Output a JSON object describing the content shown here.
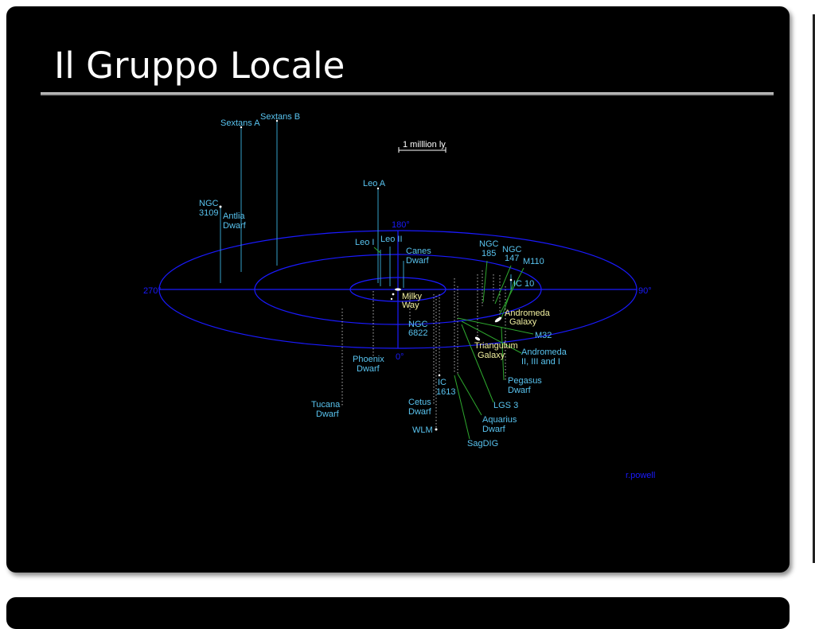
{
  "slide": {
    "title": "Il Gruppo Locale"
  },
  "diagram": {
    "scale_bar": "1 milllion ly",
    "credit": "r.powell",
    "angle_labels": {
      "top": "180°",
      "left": "270°",
      "right": "90°",
      "bottom": "0°"
    },
    "galaxies": [
      {
        "id": "sextans-a",
        "lines": [
          "Sextans A"
        ]
      },
      {
        "id": "sextans-b",
        "lines": [
          "Sextans B"
        ]
      },
      {
        "id": "ngc-3109",
        "lines": [
          "NGC",
          "3109"
        ]
      },
      {
        "id": "antlia-dwarf",
        "lines": [
          "Antlia",
          "Dwarf"
        ]
      },
      {
        "id": "leo-a",
        "lines": [
          "Leo A"
        ]
      },
      {
        "id": "leo-i",
        "lines": [
          "Leo I"
        ]
      },
      {
        "id": "leo-ii",
        "lines": [
          "Leo II"
        ]
      },
      {
        "id": "canes-dwarf",
        "lines": [
          "Canes",
          "Dwarf"
        ]
      },
      {
        "id": "milky-way",
        "lines": [
          "Milky",
          "Way"
        ]
      },
      {
        "id": "ngc-6822",
        "lines": [
          "NGC",
          "6822"
        ]
      },
      {
        "id": "phoenix-dwarf",
        "lines": [
          "Phoenix",
          "Dwarf"
        ]
      },
      {
        "id": "tucana-dwarf",
        "lines": [
          "Tucana",
          "Dwarf"
        ]
      },
      {
        "id": "cetus-dwarf",
        "lines": [
          "Cetus",
          "Dwarf"
        ]
      },
      {
        "id": "ic-1613",
        "lines": [
          "IC",
          "1613"
        ]
      },
      {
        "id": "wlm",
        "lines": [
          "WLM"
        ]
      },
      {
        "id": "sagdig",
        "lines": [
          "SagDIG"
        ]
      },
      {
        "id": "aquarius-dwarf",
        "lines": [
          "Aquarius",
          "Dwarf"
        ]
      },
      {
        "id": "lgs-3",
        "lines": [
          "LGS 3"
        ]
      },
      {
        "id": "pegasus-dwarf",
        "lines": [
          "Pegasus",
          "Dwarf"
        ]
      },
      {
        "id": "triangulum-galaxy",
        "lines": [
          "Triangulum",
          "Galaxy"
        ]
      },
      {
        "id": "andromeda-galaxy",
        "lines": [
          "Andromeda",
          "Galaxy"
        ]
      },
      {
        "id": "m32",
        "lines": [
          "M32"
        ]
      },
      {
        "id": "andromeda-ii-iii-i",
        "lines": [
          "Andromeda",
          "II, III and I"
        ]
      },
      {
        "id": "ngc-185",
        "lines": [
          "NGC",
          "185"
        ]
      },
      {
        "id": "ngc-147",
        "lines": [
          "NGC",
          "147"
        ]
      },
      {
        "id": "m110",
        "lines": [
          "M110"
        ]
      },
      {
        "id": "ic-10",
        "lines": [
          "IC 10"
        ]
      }
    ],
    "colors": {
      "ring": "#1a1aff",
      "label": "#59c4f0",
      "label_major": "#f2f0a0",
      "leader_green": "#2ea82e",
      "leader_cyan": "#33a0c8",
      "dotted": "#b8b8b8"
    }
  }
}
